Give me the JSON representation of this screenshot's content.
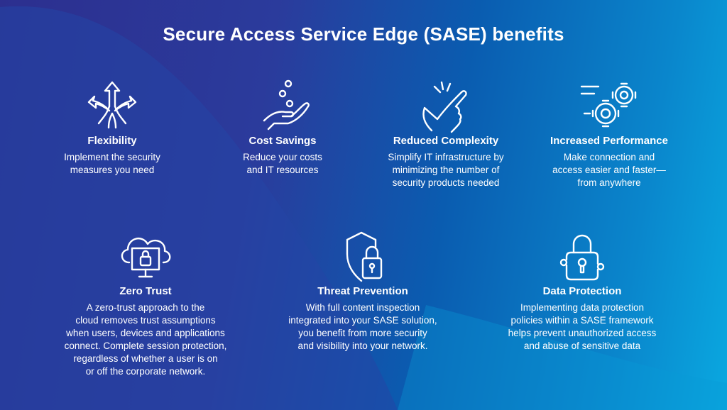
{
  "title": "Secure Access Service Edge (SASE) benefits",
  "colors": {
    "text": "#ffffff",
    "bg_left": "#2c2f8f",
    "bg_right": "#0aa8e0"
  },
  "benefits": [
    {
      "icon": "branching-arrows-icon",
      "title": "Flexibility",
      "lines": [
        "Implement the security",
        "measures you need"
      ]
    },
    {
      "icon": "coins-hand-icon",
      "title": "Cost Savings",
      "lines": [
        "Reduce your costs",
        "and IT resources"
      ]
    },
    {
      "icon": "snap-fingers-icon",
      "title": "Reduced Complexity",
      "lines": [
        "Simplify IT infrastructure by",
        "minimizing the number of",
        "security products needed"
      ]
    },
    {
      "icon": "gears-icon",
      "title": "Increased Performance",
      "lines": [
        "Make connection and",
        "access easier and faster—",
        "from anywhere"
      ]
    },
    {
      "icon": "cloud-monitor-lock-icon",
      "title": "Zero Trust",
      "lines": [
        "A zero-trust approach to the",
        "cloud removes trust assumptions",
        "when users, devices and applications",
        "connect. Complete session protection,",
        "regardless of whether a user is on",
        "or off the corporate network."
      ]
    },
    {
      "icon": "shield-lock-icon",
      "title": "Threat Prevention",
      "lines": [
        "With full content inspection",
        "integrated into your SASE solution,",
        "you benefit from more security",
        "and visibility into your network."
      ]
    },
    {
      "icon": "padlock-network-icon",
      "title": "Data Protection",
      "lines": [
        "Implementing data protection",
        "policies within a SASE framework",
        "helps prevent unauthorized access",
        "and abuse of sensitive data"
      ]
    }
  ]
}
